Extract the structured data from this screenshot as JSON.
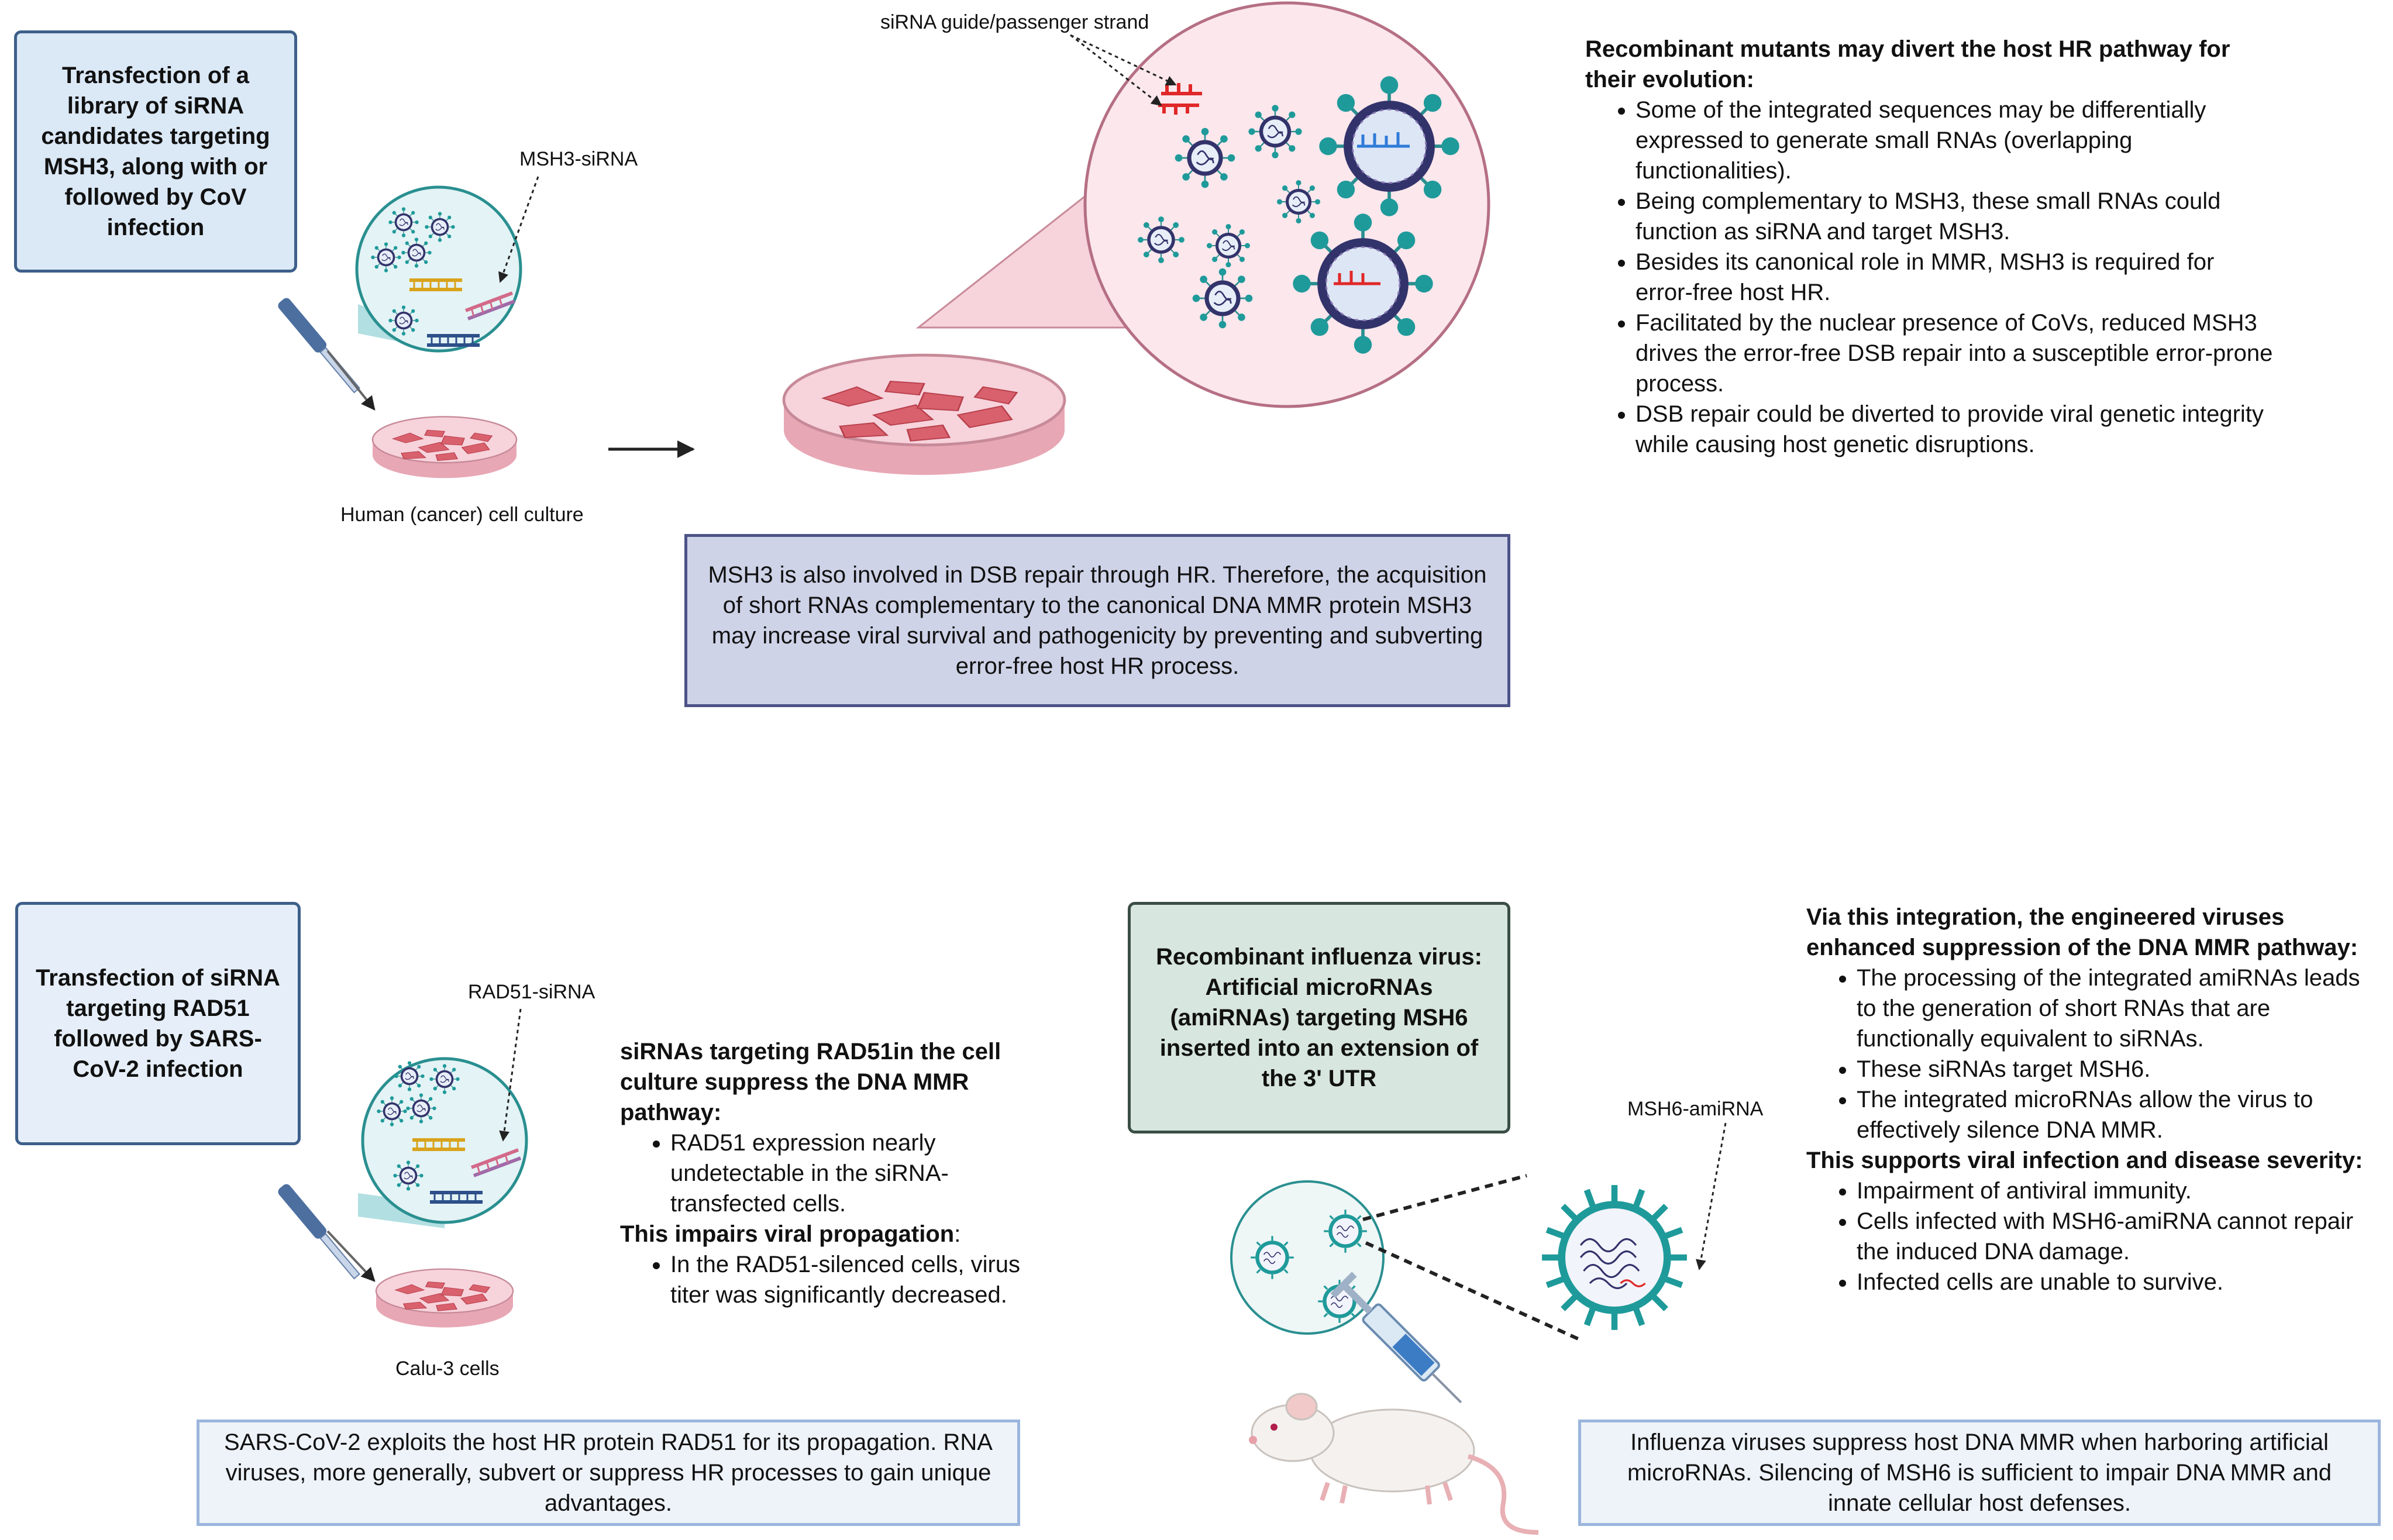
{
  "panel1": {
    "step_box": "Transfection of a library of siRNA candidates targeting MSH3, along with or followed by CoV infection",
    "sirna_label": "MSH3-siRNA",
    "culture_label": "Human (cancer) cell culture",
    "strand_label": "siRNA guide/passenger strand",
    "summary": "MSH3 is also involved in DSB repair through HR. Therefore, the acquisition of short RNAs complementary to the canonical DNA MMR protein MSH3 may increase viral survival and pathogenicity by preventing and subverting error-free host HR process.",
    "notes_heading": "Recombinant mutants may divert the host HR pathway for their evolution:",
    "notes": [
      "Some of the integrated sequences may be differentially expressed to generate small RNAs (overlapping functionalities).",
      "Being complementary to MSH3, these small RNAs could function as siRNA and target MSH3.",
      "Besides its canonical role in MMR, MSH3 is required for error-free host HR.",
      "Facilitated by the nuclear presence of CoVs, reduced MSH3 drives the error-free DSB repair into a susceptible error-prone process.",
      "DSB repair could be diverted to provide viral genetic integrity while causing host genetic disruptions."
    ]
  },
  "panel2": {
    "step_box": "Transfection of siRNA targeting RAD51 followed by SARS-CoV-2 infection",
    "sirna_label": "RAD51-siRNA",
    "culture_label": "Calu-3 cells",
    "heading1": "siRNAs targeting RAD51in the cell culture suppress the DNA MMR pathway:",
    "bullets1": [
      "RAD51 expression nearly undetectable in the siRNA-transfected cells."
    ],
    "heading2": "This impairs viral propagation",
    "heading2_suffix": ":",
    "bullets2": [
      "In the RAD51-silenced cells, virus titer was significantly decreased."
    ],
    "summary": "SARS-CoV-2 exploits the host HR protein RAD51 for its propagation. RNA viruses, more generally, subvert or suppress HR processes to gain unique advantages."
  },
  "panel3": {
    "rec_box_1": "Recombinant influenza virus:",
    "rec_box_2": "Artificial microRNAs (amiRNAs) targeting MSH6 inserted into an extension of the 3' UTR",
    "amirna_label": "MSH6-amiRNA",
    "heading1": "Via this integration, the engineered viruses enhanced suppression of the DNA MMR pathway:",
    "bullets1": [
      "The processing of the integrated amiRNAs leads to the generation of short RNAs that are functionally equivalent to siRNAs.",
      "These siRNAs target MSH6.",
      "The integrated microRNAs allow the virus to effectively silence DNA MMR."
    ],
    "heading2": "This supports viral infection and disease severity:",
    "bullets2": [
      "Impairment of antiviral immunity.",
      "Cells infected with MSH6-amiRNA cannot repair the induced DNA damage.",
      "Infected cells are unable to survive."
    ],
    "summary": "Influenza viruses suppress host DNA MMR when harboring artificial microRNAs. Silencing of MSH6 is sufficient to impair DNA MMR and innate cellular host defenses."
  },
  "colors": {
    "virus_teal": "#1f9a9a",
    "virus_navy": "#33336b",
    "dish_pink": "#f3c4cf",
    "cell_red": "#d9616d",
    "strand_red": "#e02828",
    "strand_gold": "#d9a31c"
  }
}
